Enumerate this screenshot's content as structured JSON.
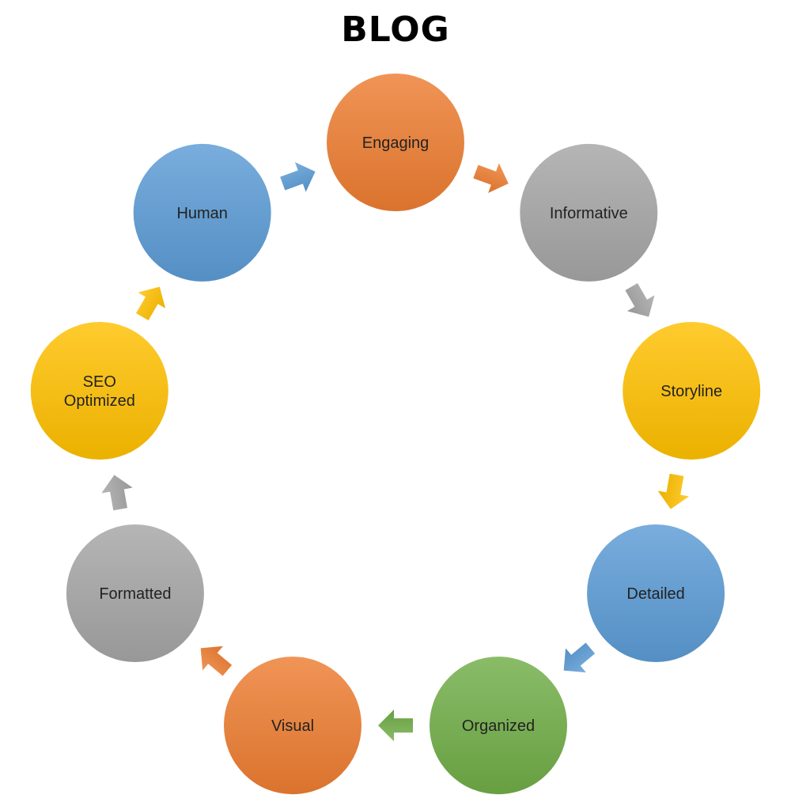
{
  "title": "BLOG",
  "colors": {
    "orange": "#ed7d31",
    "gray": "#a5a5a5",
    "yellow": "#ffc000",
    "blue": "#5b9bd5",
    "green": "#70ad47"
  },
  "nodes": [
    {
      "id": "engaging",
      "label": "Engaging",
      "color": "orange"
    },
    {
      "id": "informative",
      "label": "Informative",
      "color": "gray"
    },
    {
      "id": "storyline",
      "label": "Storyline",
      "color": "yellow"
    },
    {
      "id": "detailed",
      "label": "Detailed",
      "color": "blue"
    },
    {
      "id": "organized",
      "label": "Organized",
      "color": "green"
    },
    {
      "id": "visual",
      "label": "Visual",
      "color": "orange"
    },
    {
      "id": "formatted",
      "label": "Formatted",
      "color": "gray"
    },
    {
      "id": "seo-optimized",
      "label": "SEO\nOptimized",
      "color": "yellow"
    },
    {
      "id": "human",
      "label": "Human",
      "color": "blue"
    }
  ]
}
